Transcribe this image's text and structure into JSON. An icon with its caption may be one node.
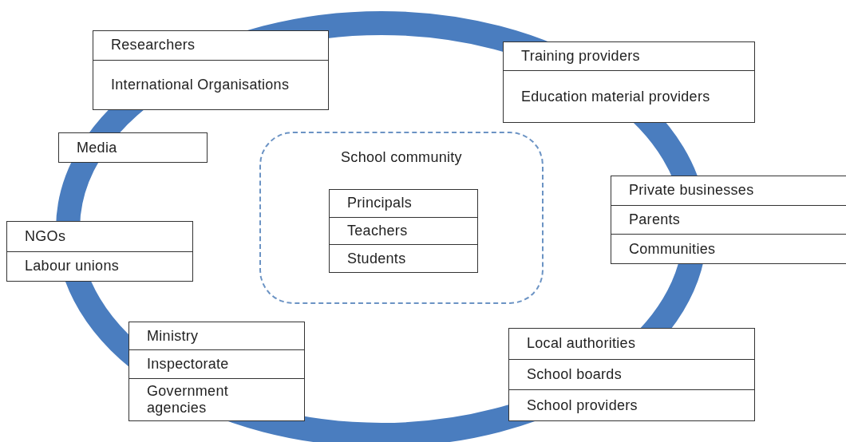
{
  "diagram": {
    "nodes": [
      {
        "text": [
          "Researchers",
          "International Organisations"
        ]
      },
      {
        "text": [
          "Training providers",
          "Education material providers"
        ]
      },
      {
        "text": [
          "Media"
        ]
      },
      {
        "text": [
          "School community"
        ]
      },
      {
        "text": [
          "Principals",
          "Teachers",
          "Students"
        ],
        "in": 3
      },
      {
        "text": [
          "Private businesses",
          "Parents",
          "Communities"
        ]
      },
      {
        "text": [
          "NGOs",
          "Labour unions"
        ]
      },
      {
        "text": [
          "Ministry",
          "Inspectorate",
          "Government agencies"
        ]
      },
      {
        "text": [
          "Local authorities",
          "School boards",
          "School providers"
        ]
      }
    ]
  }
}
